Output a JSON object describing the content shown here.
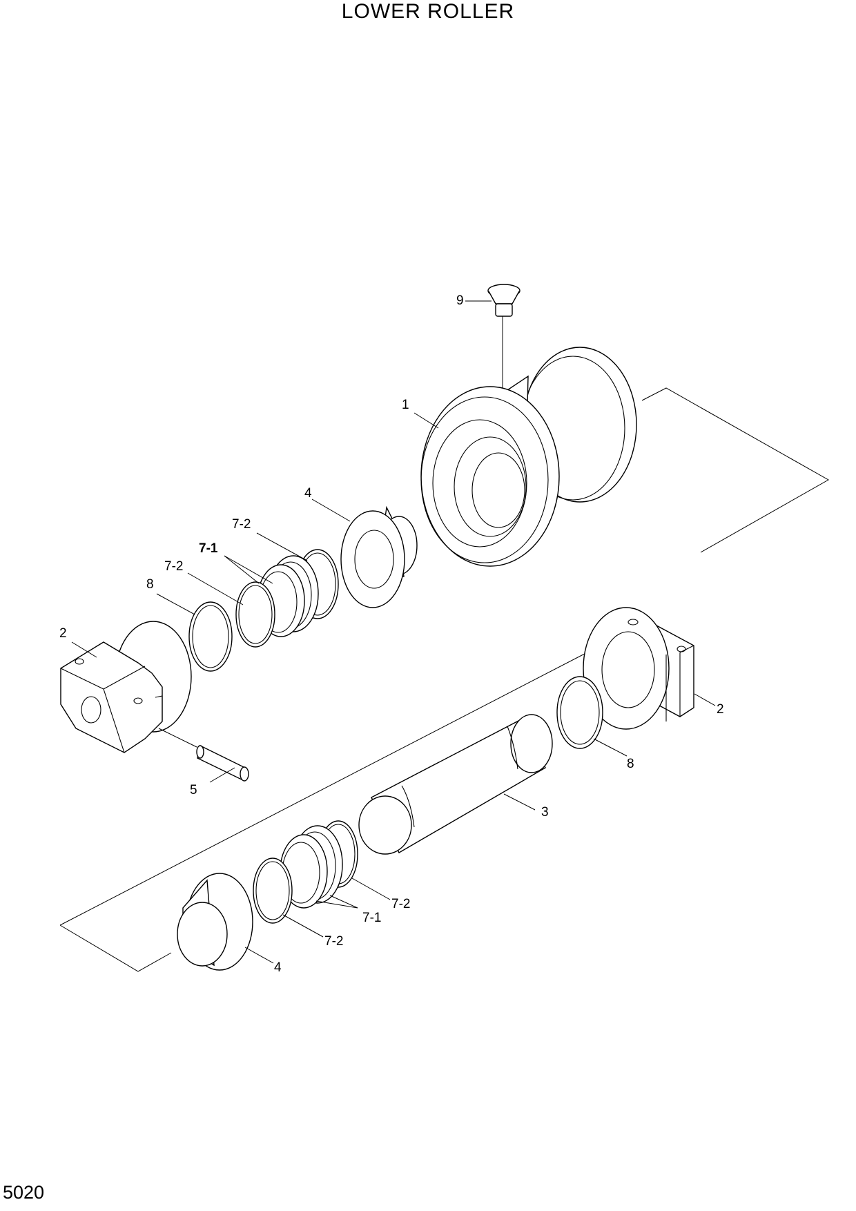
{
  "title": "LOWER ROLLER",
  "page_number": "5020",
  "callouts": {
    "c9": "9",
    "c1": "1",
    "c4_top": "4",
    "c72_a": "7-2",
    "c71_a": "7-1",
    "c72_b": "7-2",
    "c8_left": "8",
    "c2_left": "2",
    "c2_right": "2",
    "c8_right": "8",
    "c5": "5",
    "c3": "3",
    "c72_c": "7-2",
    "c71_b": "7-1",
    "c72_d": "7-2",
    "c4_bottom": "4"
  }
}
